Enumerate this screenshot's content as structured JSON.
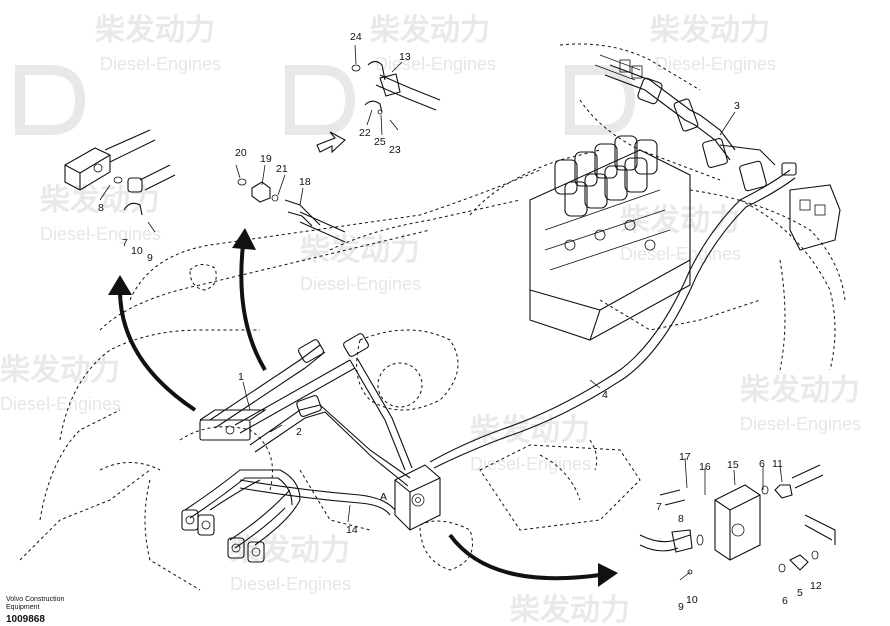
{
  "watermark": {
    "brand": "柴发动力",
    "sub": "Diesel-Engines"
  },
  "footer": {
    "company_line1": "Volvo Construction",
    "company_line2": "Equipment",
    "drawing_number": "1009868"
  },
  "parts": {
    "p1": "1",
    "p2": "2",
    "p3": "3",
    "p4": "4",
    "p5": "5",
    "p6": "6",
    "p7": "7",
    "p8": "8",
    "p9": "9",
    "p10": "10",
    "p11": "11",
    "p12": "12",
    "p13": "13",
    "p14": "14",
    "p15": "15",
    "p16": "16",
    "p17": "17",
    "p18": "18",
    "p19": "19",
    "p20": "20",
    "p21": "21",
    "p22": "22",
    "p23": "23",
    "p24": "24",
    "p25": "25",
    "pA": "A"
  },
  "colors": {
    "ink": "#111111",
    "watermark": "#cfcfcf"
  }
}
